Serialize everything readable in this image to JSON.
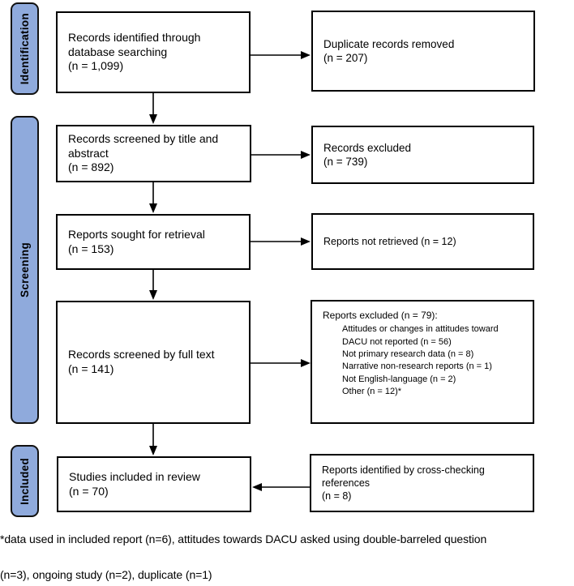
{
  "colors": {
    "accent": "#8faadc",
    "line": "#000000"
  },
  "stages": {
    "identification": "Identification",
    "screening": "Screening",
    "included": "Included"
  },
  "flow": {
    "identified": "Records identified through\ndatabase searching\n(n = 1,099)",
    "screened_title_abstract": "Records screened by title and\nabstract\n(n = 892)",
    "sought_retrieval": "Reports sought for retrieval\n(n = 153)",
    "screened_full_text": "Records screened by full text\n(n = 141)",
    "included_in_review": "Studies included in review\n(n = 70)"
  },
  "side": {
    "duplicates_removed": "Duplicate records removed\n(n = 207)",
    "records_excluded": "Records excluded\n(n = 739)",
    "reports_not_retrieved": "Reports not retrieved (n = 12)",
    "reports_excluded": {
      "title": "Reports excluded (n = 79):",
      "items": [
        "Attitudes or changes in attitudes toward\nDACU not reported (n = 56)",
        "Not primary research data (n = 8)",
        "Narrative non-research reports (n = 1)",
        "Not English-language (n = 2)",
        "Other (n = 12)*"
      ]
    },
    "cross_checking": "Reports identified by cross-checking\nreferences\n(n = 8)"
  },
  "footnote": {
    "line1": "*data used in included report (n=6), attitudes towards DACU asked using double-barreled question",
    "line2": "(n=3), ongoing study (n=2), duplicate (n=1)"
  }
}
